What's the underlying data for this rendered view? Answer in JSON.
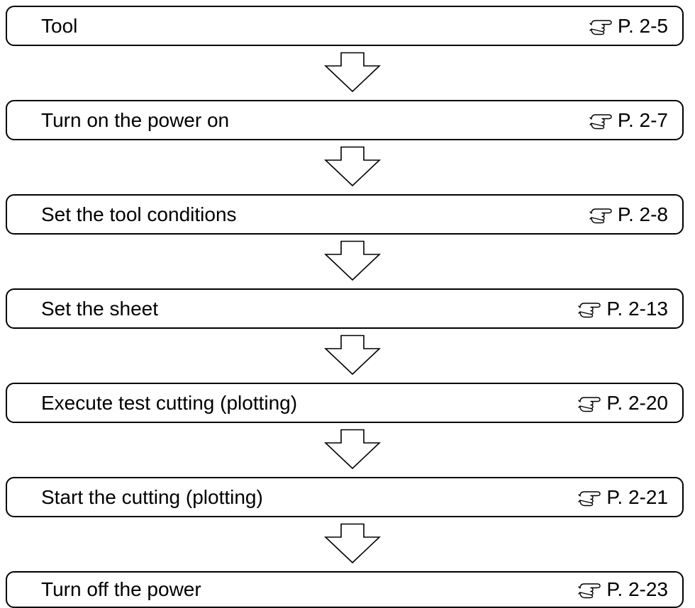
{
  "flow": {
    "steps": [
      {
        "label": "Tool",
        "ref_icon": "pointing-hand-icon",
        "ref": "P. 2-5"
      },
      {
        "label": "Turn on the power on",
        "ref_icon": "pointing-hand-icon",
        "ref": "P. 2-7"
      },
      {
        "label": "Set the tool conditions",
        "ref_icon": "pointing-hand-icon",
        "ref": "P. 2-8"
      },
      {
        "label": "Set the sheet",
        "ref_icon": "pointing-hand-icon",
        "ref": "P. 2-13"
      },
      {
        "label": "Execute test cutting (plotting)",
        "ref_icon": "pointing-hand-icon",
        "ref": "P. 2-20"
      },
      {
        "label": "Start the cutting (plotting)",
        "ref_icon": "pointing-hand-icon",
        "ref": "P. 2-21"
      },
      {
        "label": "Turn off the power",
        "ref_icon": "pointing-hand-icon",
        "ref": "P. 2-23"
      }
    ],
    "connector_icon": "down-arrow-icon",
    "colors": {
      "stroke": "#000000",
      "background": "#ffffff",
      "text": "#000000"
    }
  }
}
